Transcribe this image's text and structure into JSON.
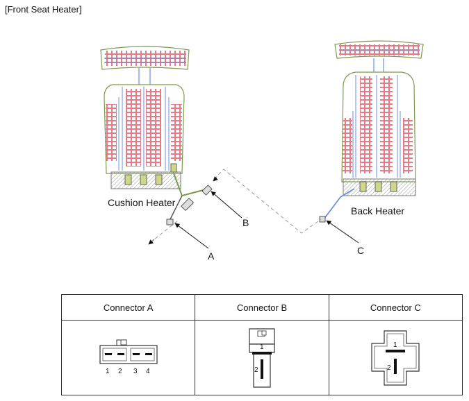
{
  "title": "[Front Seat Heater]",
  "labels": {
    "cushion": "Cushion Heater",
    "back": "Back Heater",
    "a": "A",
    "b": "B",
    "c": "C"
  },
  "connectors": [
    {
      "name": "Connector A",
      "pins": [
        "1",
        "2",
        "3",
        "4"
      ]
    },
    {
      "name": "Connector B",
      "pins": [
        "1",
        "2"
      ]
    },
    {
      "name": "Connector C",
      "pins": [
        "1",
        "2"
      ]
    }
  ],
  "colors": {
    "heater_grid": "#e05a6a",
    "heater_wire": "#6a8fe0",
    "outline": "#7a9a4a",
    "leader": "#111111"
  }
}
